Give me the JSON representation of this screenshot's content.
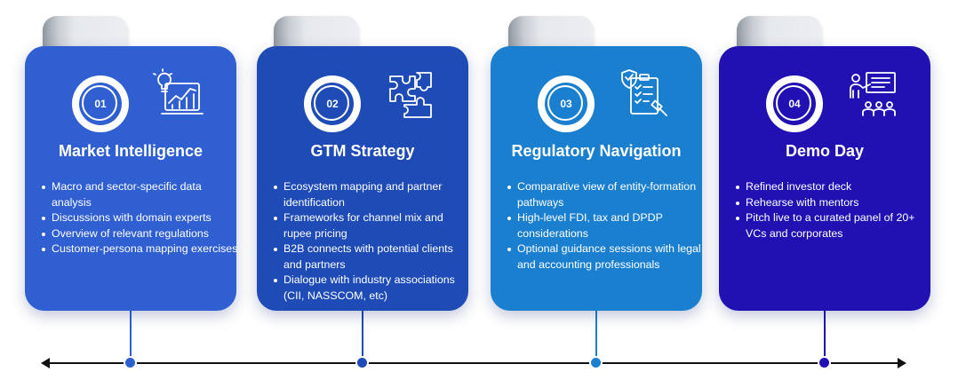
{
  "colors": {
    "card1": "#2f5fd1",
    "card2": "#1e4bb5",
    "card3": "#1b7fd0",
    "card4": "#2111b3",
    "timeline": "#111111"
  },
  "stages": [
    {
      "number": "01",
      "title": "Market Intelligence",
      "icon": "analytics-bulb-icon",
      "items": [
        "Macro and sector-specific data analysis",
        "Discussions with domain experts",
        "Overview of relevant regulations",
        "Customer-persona mapping exercises"
      ]
    },
    {
      "number": "02",
      "title": "GTM Strategy",
      "icon": "puzzle-icon",
      "items": [
        "Ecosystem mapping and partner identification",
        "Frameworks for channel mix and rupee pricing",
        "B2B connects with potential clients and partners",
        "Dialogue with industry associations (CII, NASSCOM, etc)"
      ]
    },
    {
      "number": "03",
      "title": "Regulatory Navigation",
      "icon": "compliance-checklist-icon",
      "items": [
        "Comparative view of entity-formation pathways",
        "High-level FDI, tax and DPDP considerations",
        "Optional guidance sessions with legal and accounting professionals"
      ]
    },
    {
      "number": "04",
      "title": "Demo Day",
      "icon": "presentation-icon",
      "items": [
        "Refined investor deck",
        "Rehearse with mentors",
        "Pitch live to a curated panel of 20+ VCs and corporates"
      ]
    }
  ]
}
